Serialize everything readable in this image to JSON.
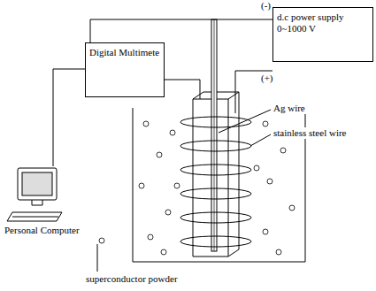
{
  "diagram": {
    "nodes": [
      {
        "text": [
          "Digital Multimete"
        ]
      },
      {
        "text": [
          "d.c power supply 0~1000 V"
        ]
      }
    ],
    "edges": [
      {
        "from": 0,
        "to": 1,
        "arrow": "none"
      }
    ],
    "labels": [
      "(-)",
      "(+)",
      "Ag wire",
      "stainless steel wire",
      "Personal Computer",
      "superconductor powder"
    ]
  }
}
